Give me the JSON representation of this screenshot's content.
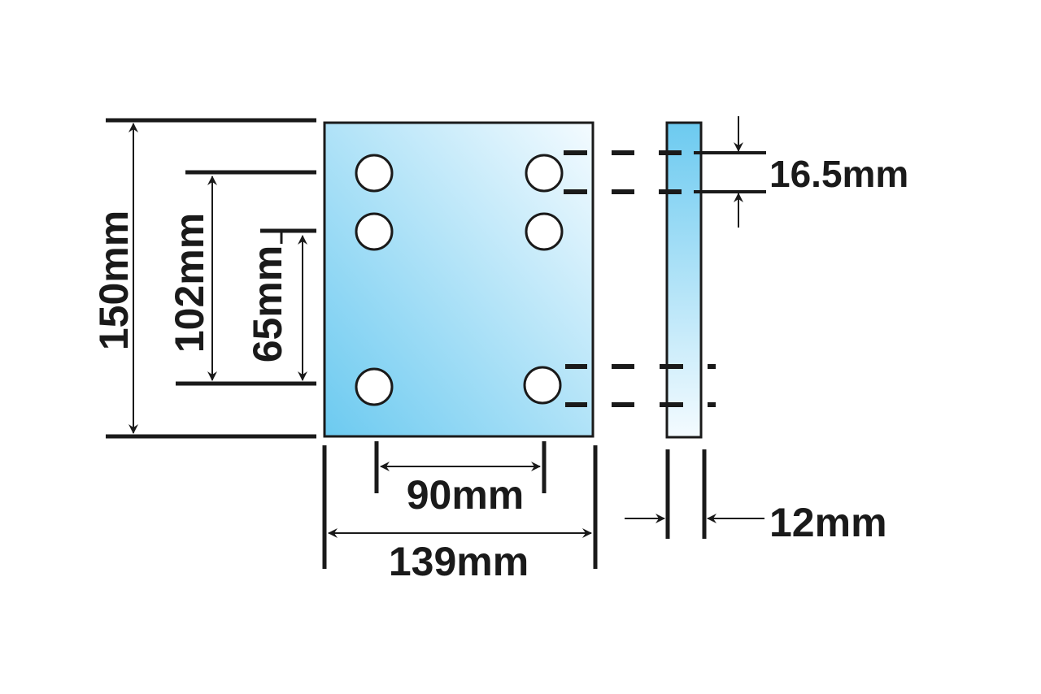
{
  "diagram": {
    "type": "technical-drawing",
    "subject": "drilled mounting plate",
    "colors": {
      "plate_fill_dark": "#6ccaf0",
      "plate_fill_light": "#f2faff",
      "line": "#1a1a1a"
    },
    "front_view": {
      "holes": 6,
      "dimensions": {
        "overall_height": "150mm",
        "outer_hole_spacing": "102mm",
        "inner_hole_spacing": "65mm",
        "hole_centre_width": "90mm",
        "overall_width": "139mm"
      }
    },
    "side_view": {
      "dimensions": {
        "hole_diameter": "16.5mm",
        "thickness": "12mm"
      }
    }
  }
}
